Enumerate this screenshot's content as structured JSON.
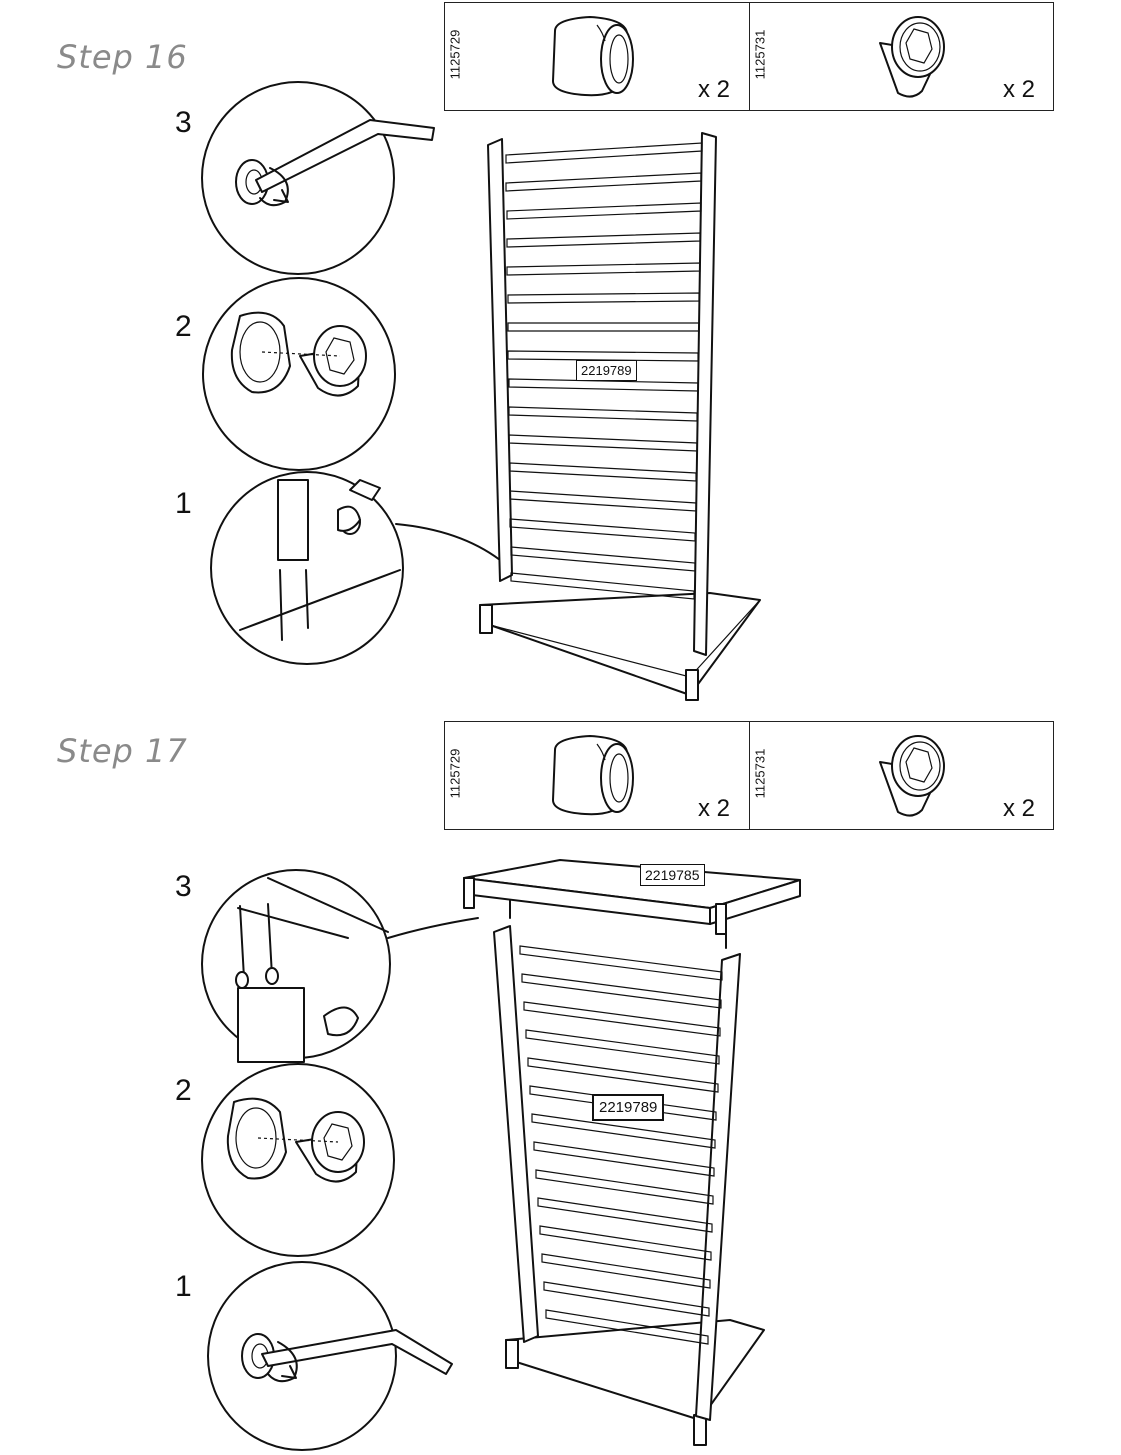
{
  "steps": [
    {
      "title": "Step 16",
      "parts": [
        {
          "id": "1125729",
          "qty": "x 2",
          "icon": "cap-icon"
        },
        {
          "id": "1125731",
          "qty": "x 2",
          "icon": "plug-icon"
        }
      ],
      "substeps": [
        "3",
        "2",
        "1"
      ],
      "panel_label": "2219789"
    },
    {
      "title": "Step 17",
      "parts": [
        {
          "id": "1125729",
          "qty": "x 2",
          "icon": "cap-icon"
        },
        {
          "id": "1125731",
          "qty": "x 2",
          "icon": "plug-icon"
        }
      ],
      "substeps": [
        "3",
        "2",
        "1"
      ],
      "shelf_label": "2219785",
      "panel_label": "2219789"
    }
  ]
}
